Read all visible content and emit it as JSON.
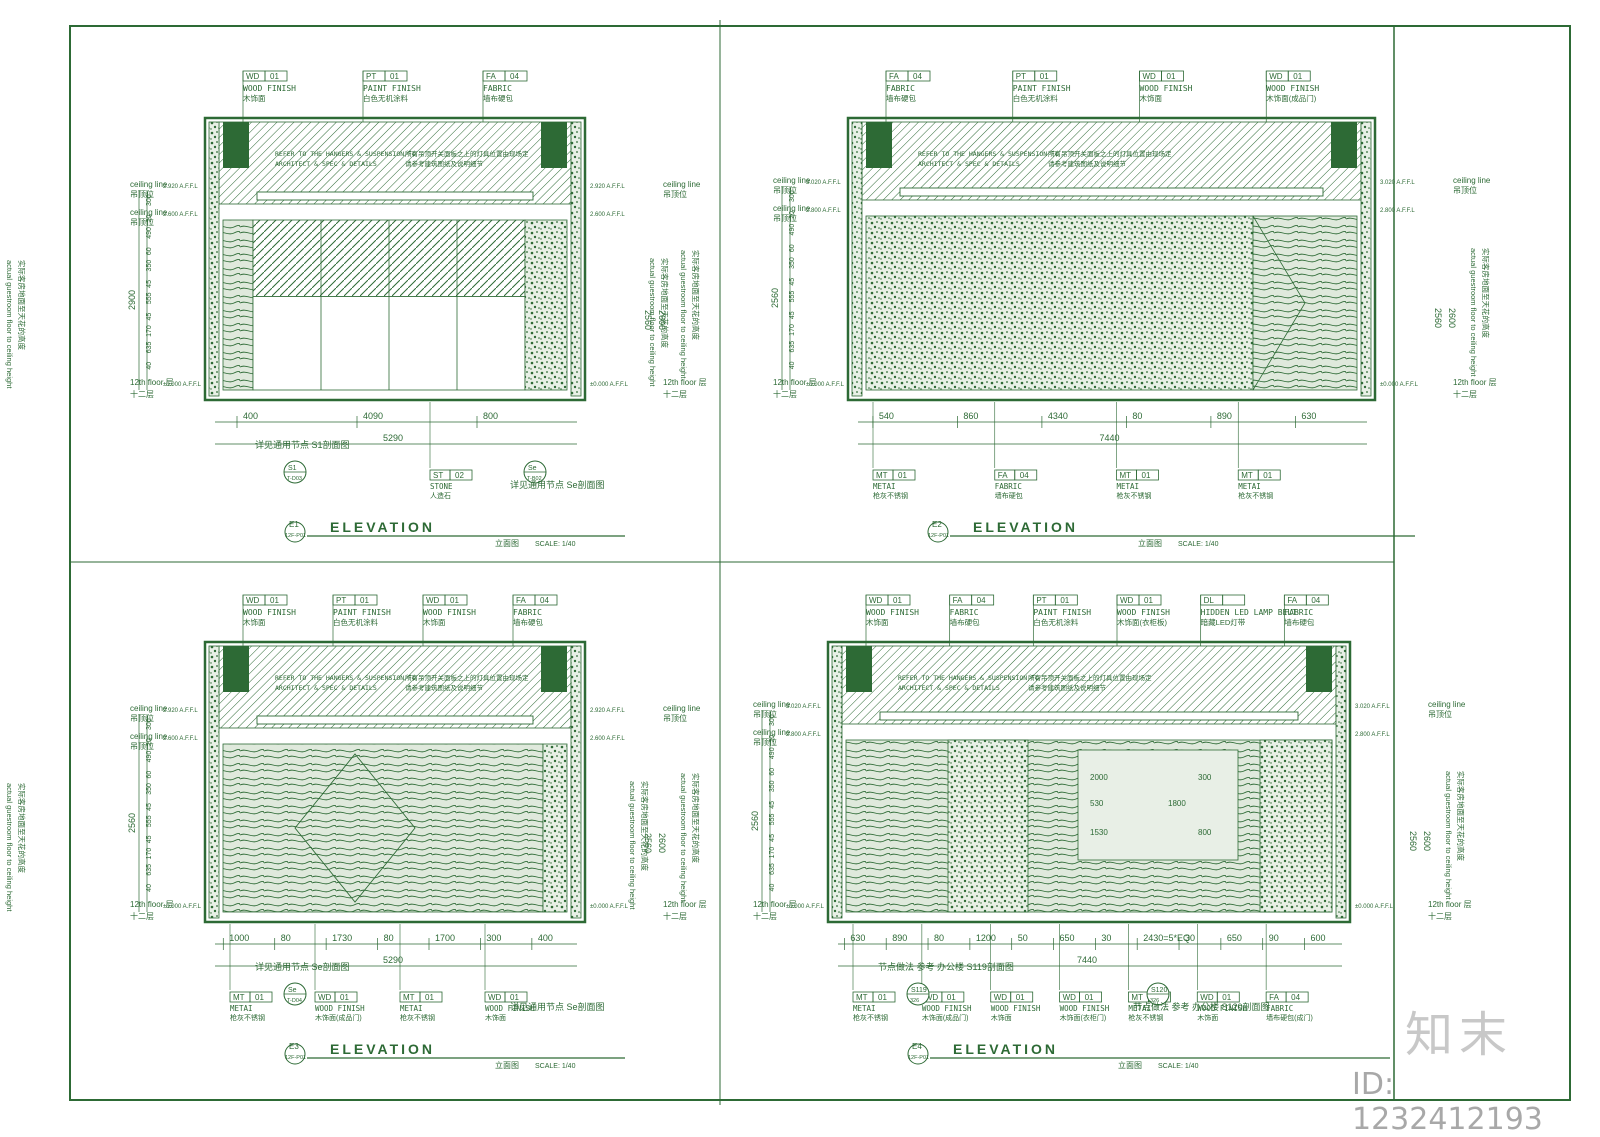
{
  "watermark": {
    "id_text": "ID: 1232412193",
    "logo_text": "知末"
  },
  "panels": [
    {
      "key": "E1",
      "title": "ELEVATION",
      "tag": "E1",
      "tag_sub": "12F-P01",
      "sub": "立面图",
      "scale": "SCALE: 1/40",
      "callouts": [
        {
          "code": "WD",
          "num": "01",
          "en": "WOOD FINISH",
          "cn": "木饰面"
        },
        {
          "code": "PT",
          "num": "01",
          "en": "PAINT FINISH",
          "cn": "白色无机涂料"
        },
        {
          "code": "FA",
          "num": "04",
          "en": "FABRIC",
          "cn": "墙布硬包"
        }
      ],
      "bottom_callouts": [
        {
          "code": "ST",
          "num": "02",
          "en": "STONE",
          "cn": "人造石"
        }
      ],
      "dims_bottom": [
        "400",
        "4090",
        "800"
      ],
      "dim_total": "5290",
      "notes": [
        "详见通用节点 S1剖面图",
        "详见通用节点 Se剖面图"
      ],
      "section_marks": [
        {
          "a": "S1",
          "b": "T-D03"
        },
        {
          "a": "Se",
          "b": "T-B02"
        }
      ],
      "ceiling_level": "2.920 A.F.F.L",
      "ceiling_level2": "2.600 A.F.F.L",
      "floor_level": "±0.000 A.F.F.L"
    },
    {
      "key": "E2",
      "title": "ELEVATION",
      "tag": "E2",
      "tag_sub": "12F-P01",
      "sub": "立面图",
      "scale": "SCALE: 1/40",
      "callouts": [
        {
          "code": "FA",
          "num": "04",
          "en": "FABRIC",
          "cn": "墙布硬包"
        },
        {
          "code": "PT",
          "num": "01",
          "en": "PAINT FINISH",
          "cn": "白色无机涂料"
        },
        {
          "code": "WD",
          "num": "01",
          "en": "WOOD FINISH",
          "cn": "木饰面"
        },
        {
          "code": "WD",
          "num": "01",
          "en": "WOOD FINISH",
          "cn": "木饰面(成品门)"
        }
      ],
      "bottom_callouts": [
        {
          "code": "MT",
          "num": "01",
          "en": "METAI",
          "cn": "枪灰不锈钢"
        },
        {
          "code": "FA",
          "num": "04",
          "en": "FABRIC",
          "cn": "墙布硬包"
        },
        {
          "code": "MT",
          "num": "01",
          "en": "METAI",
          "cn": "枪灰不锈钢"
        },
        {
          "code": "MT",
          "num": "01",
          "en": "METAI",
          "cn": "枪灰不锈钢"
        }
      ],
      "dims_bottom": [
        "540",
        "860",
        "4340",
        "80",
        "890",
        "630"
      ],
      "dim_total": "7440",
      "notes": [],
      "section_marks": [],
      "ceiling_level": "3.020 A.F.F.L",
      "ceiling_level2": "2.800 A.F.F.L",
      "floor_level": "±0.000 A.F.F.L"
    },
    {
      "key": "E3",
      "title": "ELEVATION",
      "tag": "E3",
      "tag_sub": "12F-P01",
      "sub": "立面图",
      "scale": "SCALE: 1/40",
      "callouts": [
        {
          "code": "WD",
          "num": "01",
          "en": "WOOD FINISH",
          "cn": "木饰面"
        },
        {
          "code": "PT",
          "num": "01",
          "en": "PAINT FINISH",
          "cn": "白色无机涂料"
        },
        {
          "code": "WD",
          "num": "01",
          "en": "WOOD FINISH",
          "cn": "木饰面"
        },
        {
          "code": "FA",
          "num": "04",
          "en": "FABRIC",
          "cn": "墙布硬包"
        }
      ],
      "bottom_callouts": [
        {
          "code": "MT",
          "num": "01",
          "en": "METAI",
          "cn": "枪灰不锈钢"
        },
        {
          "code": "WD",
          "num": "01",
          "en": "WOOD FINISH",
          "cn": "木饰面(成品门)"
        },
        {
          "code": "MT",
          "num": "01",
          "en": "METAI",
          "cn": "枪灰不锈钢"
        },
        {
          "code": "WD",
          "num": "01",
          "en": "WOOD FINISH",
          "cn": "木饰面"
        }
      ],
      "dims_bottom": [
        "1000",
        "80",
        "1730",
        "80",
        "1700",
        "300",
        "400"
      ],
      "dim_total": "5290",
      "notes": [
        "详见通用节点 Se剖面图",
        "详见通用节点 Se剖面图"
      ],
      "section_marks": [
        {
          "a": "Se",
          "b": "T-D04"
        }
      ],
      "ceiling_level": "2.920 A.F.F.L",
      "ceiling_level2": "2.600 A.F.F.L",
      "floor_level": "±0.000 A.F.F.L"
    },
    {
      "key": "E4",
      "title": "ELEVATION",
      "tag": "E4",
      "tag_sub": "12F-P01",
      "sub": "立面图",
      "scale": "SCALE: 1/40",
      "callouts": [
        {
          "code": "WD",
          "num": "01",
          "en": "WOOD FINISH",
          "cn": "木饰面"
        },
        {
          "code": "FA",
          "num": "04",
          "en": "FABRIC",
          "cn": "墙布硬包"
        },
        {
          "code": "PT",
          "num": "01",
          "en": "PAINT FINISH",
          "cn": "白色无机涂料"
        },
        {
          "code": "WD",
          "num": "01",
          "en": "WOOD FINISH",
          "cn": "木饰面(衣柜板)"
        },
        {
          "code": "DL",
          "num": "",
          "en": "HIDDEN LED LAMP BELT",
          "cn": "暗藏LED灯带"
        },
        {
          "code": "FA",
          "num": "04",
          "en": "FABRIC",
          "cn": "墙布硬包"
        }
      ],
      "bottom_callouts": [
        {
          "code": "MT",
          "num": "01",
          "en": "METAI",
          "cn": "枪灰不锈钢"
        },
        {
          "code": "WD",
          "num": "01",
          "en": "WOOD FINISH",
          "cn": "木饰面(成品门)"
        },
        {
          "code": "WD",
          "num": "01",
          "en": "WOOD FINISH",
          "cn": "木饰面"
        },
        {
          "code": "WD",
          "num": "01",
          "en": "WOOD FINISH",
          "cn": "木饰面(衣柜门)"
        },
        {
          "code": "MT",
          "num": "01",
          "en": "METAI",
          "cn": "枪灰不锈钢"
        },
        {
          "code": "WD",
          "num": "01",
          "en": "WOOD FINISH",
          "cn": "木饰面"
        },
        {
          "code": "FA",
          "num": "04",
          "en": "FABRIC",
          "cn": "墙布硬包(成门)"
        }
      ],
      "dims_bottom": [
        "630",
        "890",
        "80",
        "1200",
        "50",
        "650",
        "30",
        "2430=5*EQ",
        "30",
        "650",
        "90",
        "600"
      ],
      "dim_total": "7440",
      "notes": [
        "节点做法 参考 办公楼 S119剖面图",
        "节点做法 参考 办公楼 S120剖面图"
      ],
      "section_marks": [
        {
          "a": "S119",
          "b": "326"
        },
        {
          "a": "S120",
          "b": "326"
        }
      ],
      "inner_dims": [
        "2000",
        "300",
        "530",
        "1800",
        "1530",
        "800"
      ],
      "ceiling_level": "3.020 A.F.F.L",
      "ceiling_level2": "2.800 A.F.F.L",
      "floor_level": "±0.000 A.F.F.L"
    }
  ],
  "common": {
    "ceiling_line_en": "ceiling line",
    "ceiling_line_cn": "吊顶位",
    "floor_en": "12th floor 层",
    "floor_cn": "十二层",
    "height_en": "actual guestroom floor to ceiling height",
    "height_cn": "实际客房地面至天花的高度",
    "v_dims_a": [
      "300",
      "20",
      "490",
      "60",
      "350",
      "45",
      "555",
      "45",
      "170",
      "635",
      "40"
    ],
    "h_2900": "2900",
    "h_2560": "2560",
    "h_2600": "2600",
    "ceiling_note_en1": "REFER TO THE HANGERS & SUSPENSION TO",
    "ceiling_note_en2": "ARCHITECT & SPEC & DETAILS",
    "ceiling_note_cn1": "所有吊顶开关面板之上的灯具位置由现场定",
    "ceiling_note_cn2": "请参考建筑图纸及说明细节"
  }
}
